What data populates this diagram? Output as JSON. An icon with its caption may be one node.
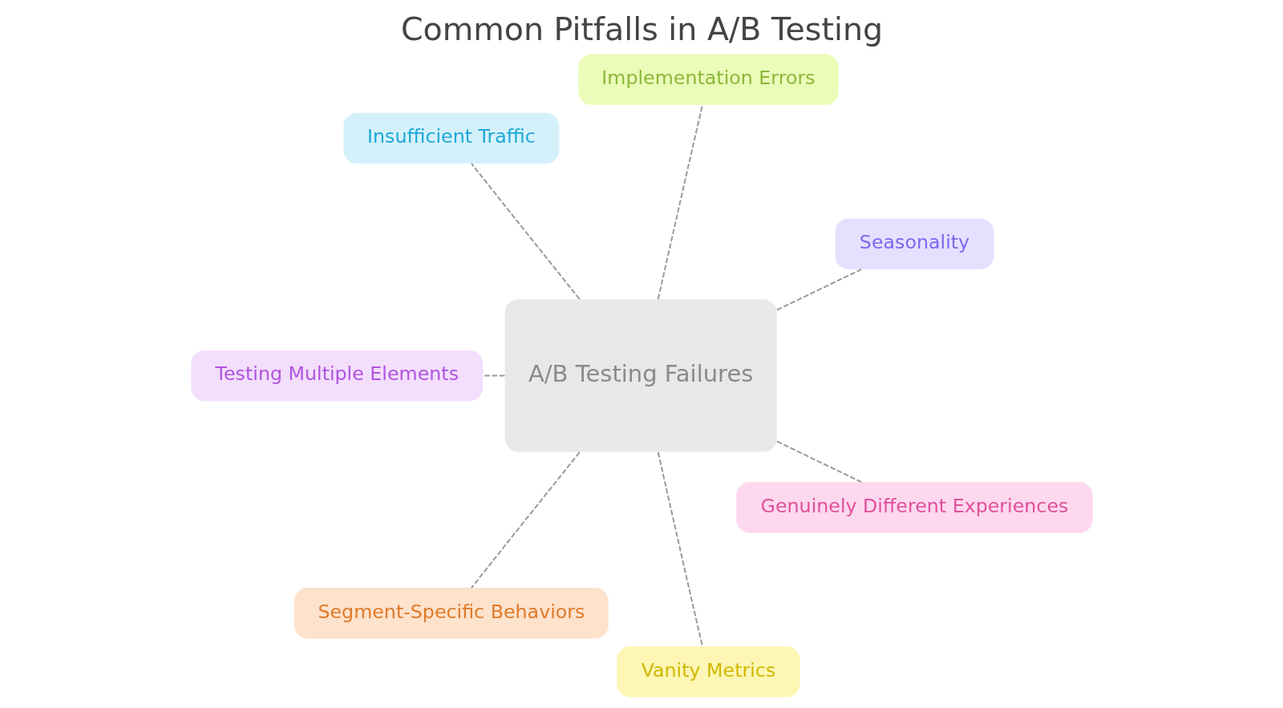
{
  "diagram": {
    "title": "Common Pitfalls in A/B Testing",
    "nodes": [
      {
        "text": [
          "A/B Testing Failures"
        ]
      },
      {
        "text": [
          "Seasonality"
        ]
      },
      {
        "text": [
          "Implementation Errors"
        ]
      },
      {
        "text": [
          "Insufficient Traffic"
        ]
      },
      {
        "text": [
          "Testing Multiple Elements"
        ]
      },
      {
        "text": [
          "Segment-Specific Behaviors"
        ]
      },
      {
        "text": [
          "Vanity Metrics"
        ]
      },
      {
        "text": [
          "Genuinely Different Experiences"
        ]
      }
    ],
    "edges": [
      {
        "from": 0,
        "to": 1,
        "arrow": "none",
        "style": "dashed"
      },
      {
        "from": 0,
        "to": 2,
        "arrow": "none",
        "style": "dashed"
      },
      {
        "from": 0,
        "to": 3,
        "arrow": "none",
        "style": "dashed"
      },
      {
        "from": 0,
        "to": 4,
        "arrow": "none",
        "style": "dashed"
      },
      {
        "from": 0,
        "to": 5,
        "arrow": "none",
        "style": "dashed"
      },
      {
        "from": 0,
        "to": 6,
        "arrow": "none",
        "style": "dashed"
      },
      {
        "from": 0,
        "to": 7,
        "arrow": "none",
        "style": "dashed"
      }
    ]
  }
}
